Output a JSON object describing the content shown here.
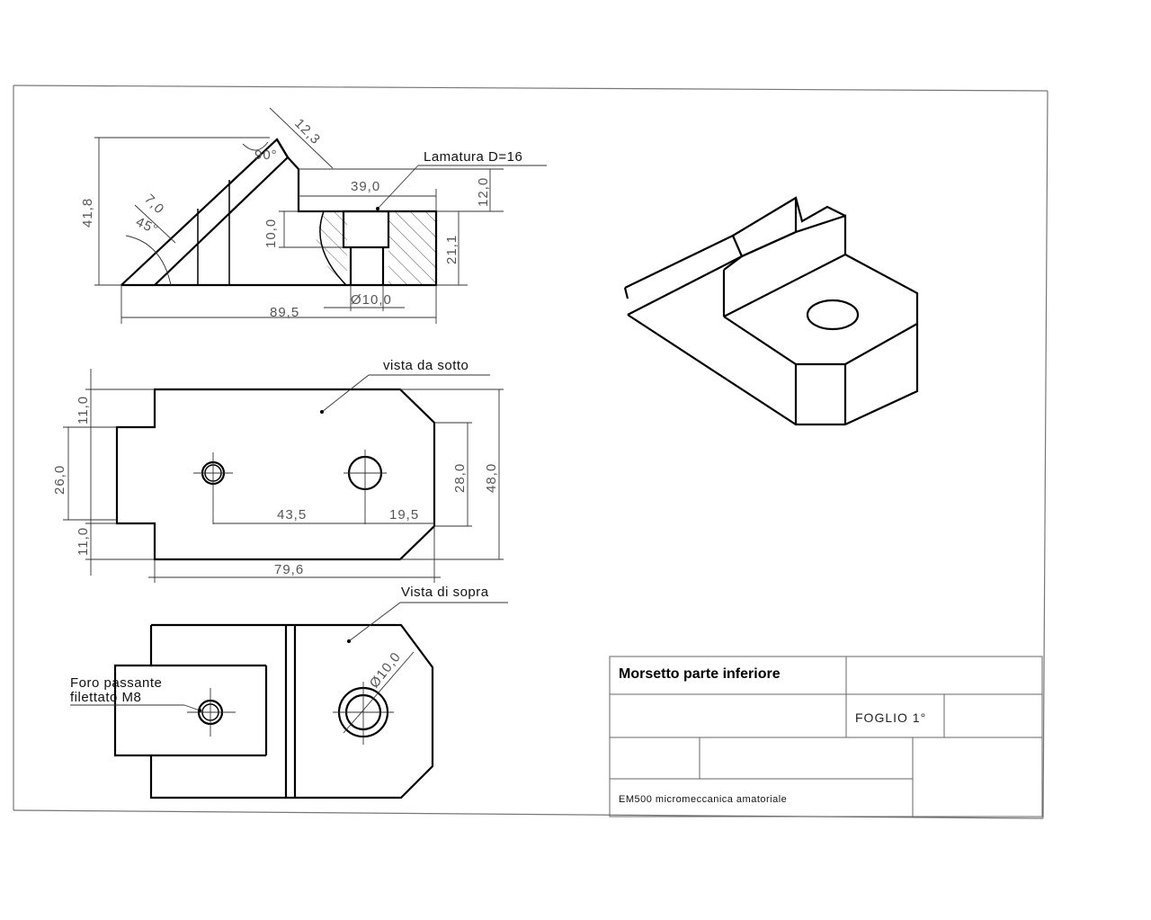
{
  "front_view": {
    "dims": {
      "d_12_3": "12,3",
      "d_90": "90°",
      "d_41_8": "41,8",
      "d_7_0": "7,0",
      "d_45": "45°",
      "d_39_0": "39,0",
      "d_12_0": "12,0",
      "d_10_0": "10,0",
      "d_21_1": "21,1",
      "d_dia10": "Ø10,0",
      "d_89_5": "89,5"
    },
    "label_lamatura": "Lamatura D=16"
  },
  "bottom_view": {
    "label": "vista da sotto",
    "dims": {
      "d_11_top": "11,0",
      "d_26_0": "26,0",
      "d_11_bot": "11,0",
      "d_28_0": "28,0",
      "d_48_0": "48,0",
      "d_43_5": "43,5",
      "d_19_5": "19,5",
      "d_79_6": "79,6"
    }
  },
  "top_view": {
    "label": "Vista di sopra",
    "dim_dia": "Ø10,0",
    "label_foro_1": "Foro passante",
    "label_foro_2": "filettato M8"
  },
  "title_block": {
    "title": "Morsetto parte inferiore",
    "sheet": "FOGLIO 1°",
    "footer": "EM500 micromeccanica amatoriale"
  }
}
